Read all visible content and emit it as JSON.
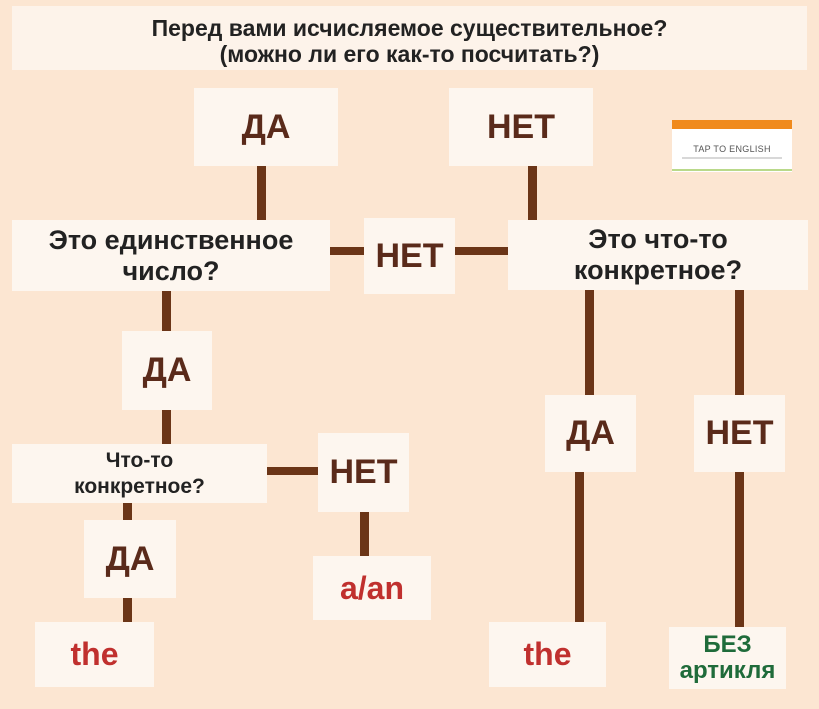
{
  "title": {
    "line1": "Перед вами исчисляемое существительное?",
    "line2": "(можно ли его как-то посчитать?)"
  },
  "logo": {
    "text": "TAP TO ENGLISH",
    "accent_color": "#f08a1c"
  },
  "nodes": {
    "top_yes": "ДА",
    "top_no": "НЕТ",
    "q_singular_line1": "Это единственное",
    "q_singular_line2": "число?",
    "middle_no": "НЕТ",
    "q_specific_right_line1": "Это что-то",
    "q_specific_right_line2": "конкретное?",
    "singular_yes": "ДА",
    "q_specific_left_line1": "Что-то",
    "q_specific_left_line2": "конкретное?",
    "left_no": "НЕТ",
    "left_yes": "ДА",
    "answer_left_the": "the",
    "answer_a_an": "a/an",
    "right_yes": "ДА",
    "right_no": "НЕТ",
    "answer_right_the": "the",
    "answer_none_line1": "БЕЗ",
    "answer_none_line2": "артикля"
  },
  "colors": {
    "background": "#fce6d2",
    "box": "#fdf6ef",
    "connector": "#6b3517",
    "yes_no_text": "#5a2a1a",
    "article_text": "#c0302e",
    "no_article_text": "#1f6b3a"
  }
}
